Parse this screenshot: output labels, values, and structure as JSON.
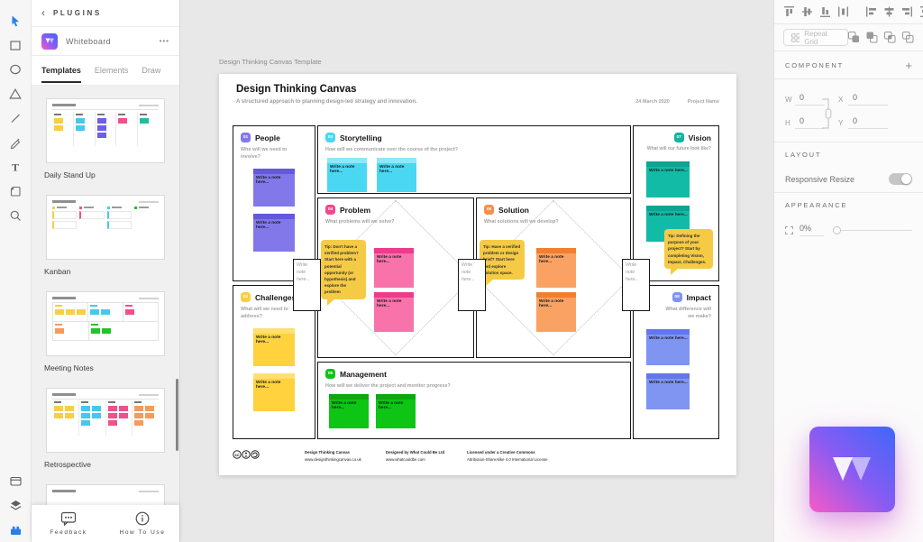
{
  "toolbar": {
    "tools": [
      "select",
      "rectangle",
      "ellipse",
      "polygon",
      "line",
      "pen",
      "text",
      "artboard",
      "zoom"
    ],
    "bottom_tools": [
      "screens",
      "layers",
      "plugins"
    ],
    "accent_color": "#2680EB"
  },
  "plugins_panel": {
    "back_icon": "‹",
    "title": "PLUGINS",
    "plugin": {
      "name": "Whiteboard",
      "menu_icon": "•••"
    },
    "tabs": [
      {
        "label": "Templates",
        "active": true
      },
      {
        "label": "Elements",
        "active": false
      },
      {
        "label": "Draw",
        "active": false
      }
    ],
    "templates": [
      {
        "name": "Daily Stand Up"
      },
      {
        "name": "Kanban"
      },
      {
        "name": "Meeting Notes"
      },
      {
        "name": "Retrospective"
      }
    ],
    "footer": {
      "feedback": "Feedback",
      "how_to_use": "How To Use"
    }
  },
  "canvas": {
    "artboard_label": "Design Thinking Canvas Template",
    "title": "Design Thinking Canvas",
    "subtitle": "A structured approach to planning design-led strategy and innovation.",
    "date": "24 March 2020",
    "project_name": "Project Name",
    "sticky_placeholder": "Write a note here...",
    "connector_placeholder": "Write note here...",
    "sections": [
      {
        "number": "01",
        "title": "People",
        "question": "Who will we need to involve?",
        "color": "#8278EA"
      },
      {
        "number": "02",
        "title": "Challenges",
        "question": "What will we need to address?",
        "color": "#F7CE46"
      },
      {
        "number": "03",
        "title": "Storytelling",
        "question": "How will we communicate over the course of the project?",
        "color": "#4AD7F2"
      },
      {
        "number": "04",
        "title": "Problem",
        "question": "What problems will we solve?",
        "color": "#F2478F"
      },
      {
        "number": "05",
        "title": "Solution",
        "question": "What solutions will we develop?",
        "color": "#F48F4C"
      },
      {
        "number": "06",
        "title": "Management",
        "question": "How will we deliver the project and monitor progress?",
        "color": "#10C316"
      },
      {
        "number": "07",
        "title": "Vision",
        "question": "What will our future look like?",
        "color": "#12B3A0"
      },
      {
        "number": "08",
        "title": "Impact",
        "question": "What difference will we make?",
        "color": "#7F93F2"
      }
    ],
    "tips": {
      "problem": "Tip: Don't have a verified problem? Start here with a potential opportunity (or hypothesis) and explore the problem",
      "solution": "Tip: Have a verified problem or design brief? Start here and explore solution space.",
      "vision": "Tip: Defining the purpose of your project? Start by completing Vision, Impact, Challenges."
    },
    "footer": {
      "col1_line1": "Design Thinking Canvas",
      "col1_line2": "www.designthinkingcanvas.co.uk",
      "col2_line1": "Designed by What Could Be Ltd",
      "col2_line2": "www.whatcouldbe.com",
      "col3_line1": "Licensed under a Creative Commons",
      "col3_line2": "Attribution-ShareAlike 4.0 International License"
    }
  },
  "inspector": {
    "repeat_grid_label": "Repeat Grid",
    "component": {
      "label": "COMPONENT",
      "add_icon": "+"
    },
    "transform": {
      "w_label": "W",
      "w_value": "0",
      "x_label": "X",
      "x_value": "0",
      "h_label": "H",
      "h_value": "0",
      "y_label": "Y",
      "y_value": "0"
    },
    "layout": {
      "label": "LAYOUT",
      "responsive_resize": "Responsive Resize",
      "toggle_on": true
    },
    "appearance": {
      "label": "APPEARANCE",
      "opacity": "0%"
    }
  }
}
